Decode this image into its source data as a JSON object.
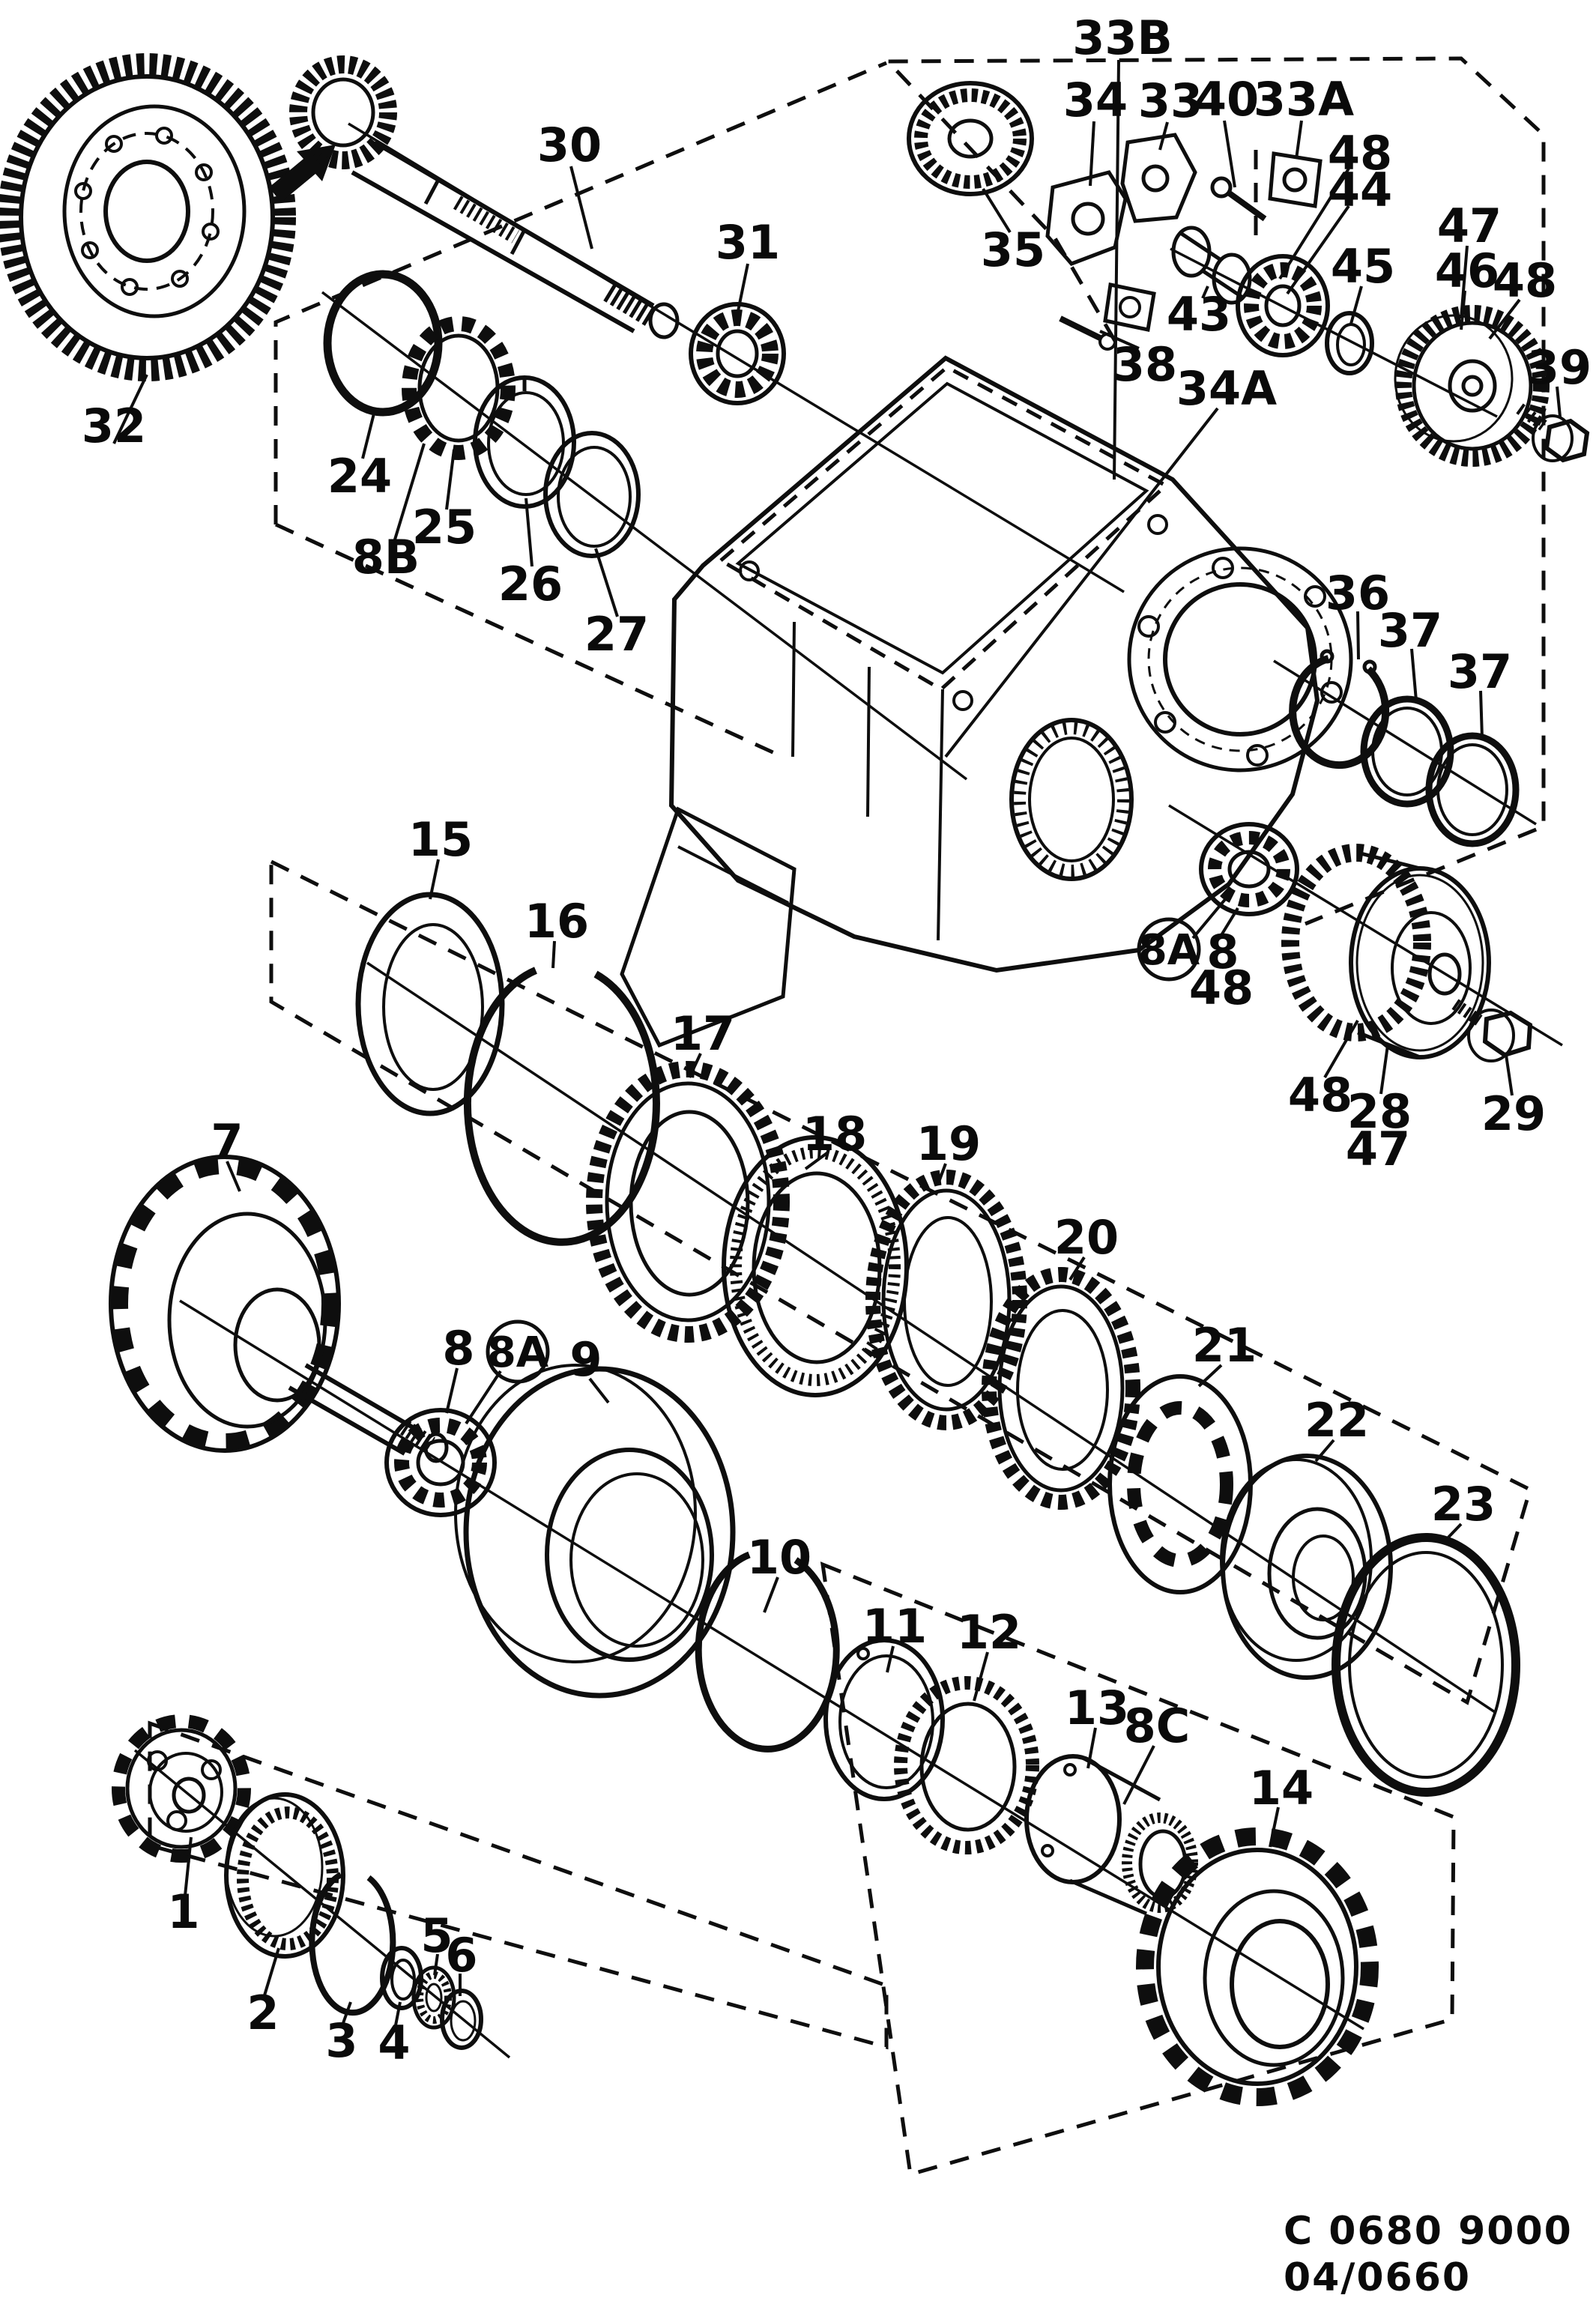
{
  "footer": {
    "line1": "C 0680 9000",
    "line2": "04/0660"
  },
  "labels": {
    "n1": "1",
    "n2": "2",
    "n3": "3",
    "n4": "4",
    "n5": "5",
    "n6": "6",
    "n7": "7",
    "n8": "8",
    "n8A": "8A",
    "n8B": "8B",
    "n8C": "8C",
    "n9": "9",
    "n10": "10",
    "n11": "11",
    "n12": "12",
    "n13": "13",
    "n14": "14",
    "n15": "15",
    "n16": "16",
    "n17": "17",
    "n18": "18",
    "n19": "19",
    "n20": "20",
    "n21": "21",
    "n22": "22",
    "n23": "23",
    "n24": "24",
    "n25": "25",
    "n26": "26",
    "n27": "27",
    "n28": "28",
    "n29": "29",
    "n30": "30",
    "n31": "31",
    "n32": "32",
    "n33": "33",
    "n33A": "33A",
    "n33B": "33B",
    "n34": "34",
    "n34A": "34A",
    "n35": "35",
    "n36": "36",
    "n37": "37",
    "n38": "38",
    "n39": "39",
    "n40": "40",
    "n43": "43",
    "n44": "44",
    "n45": "45",
    "n46": "46",
    "n47": "47",
    "n48": "48"
  }
}
